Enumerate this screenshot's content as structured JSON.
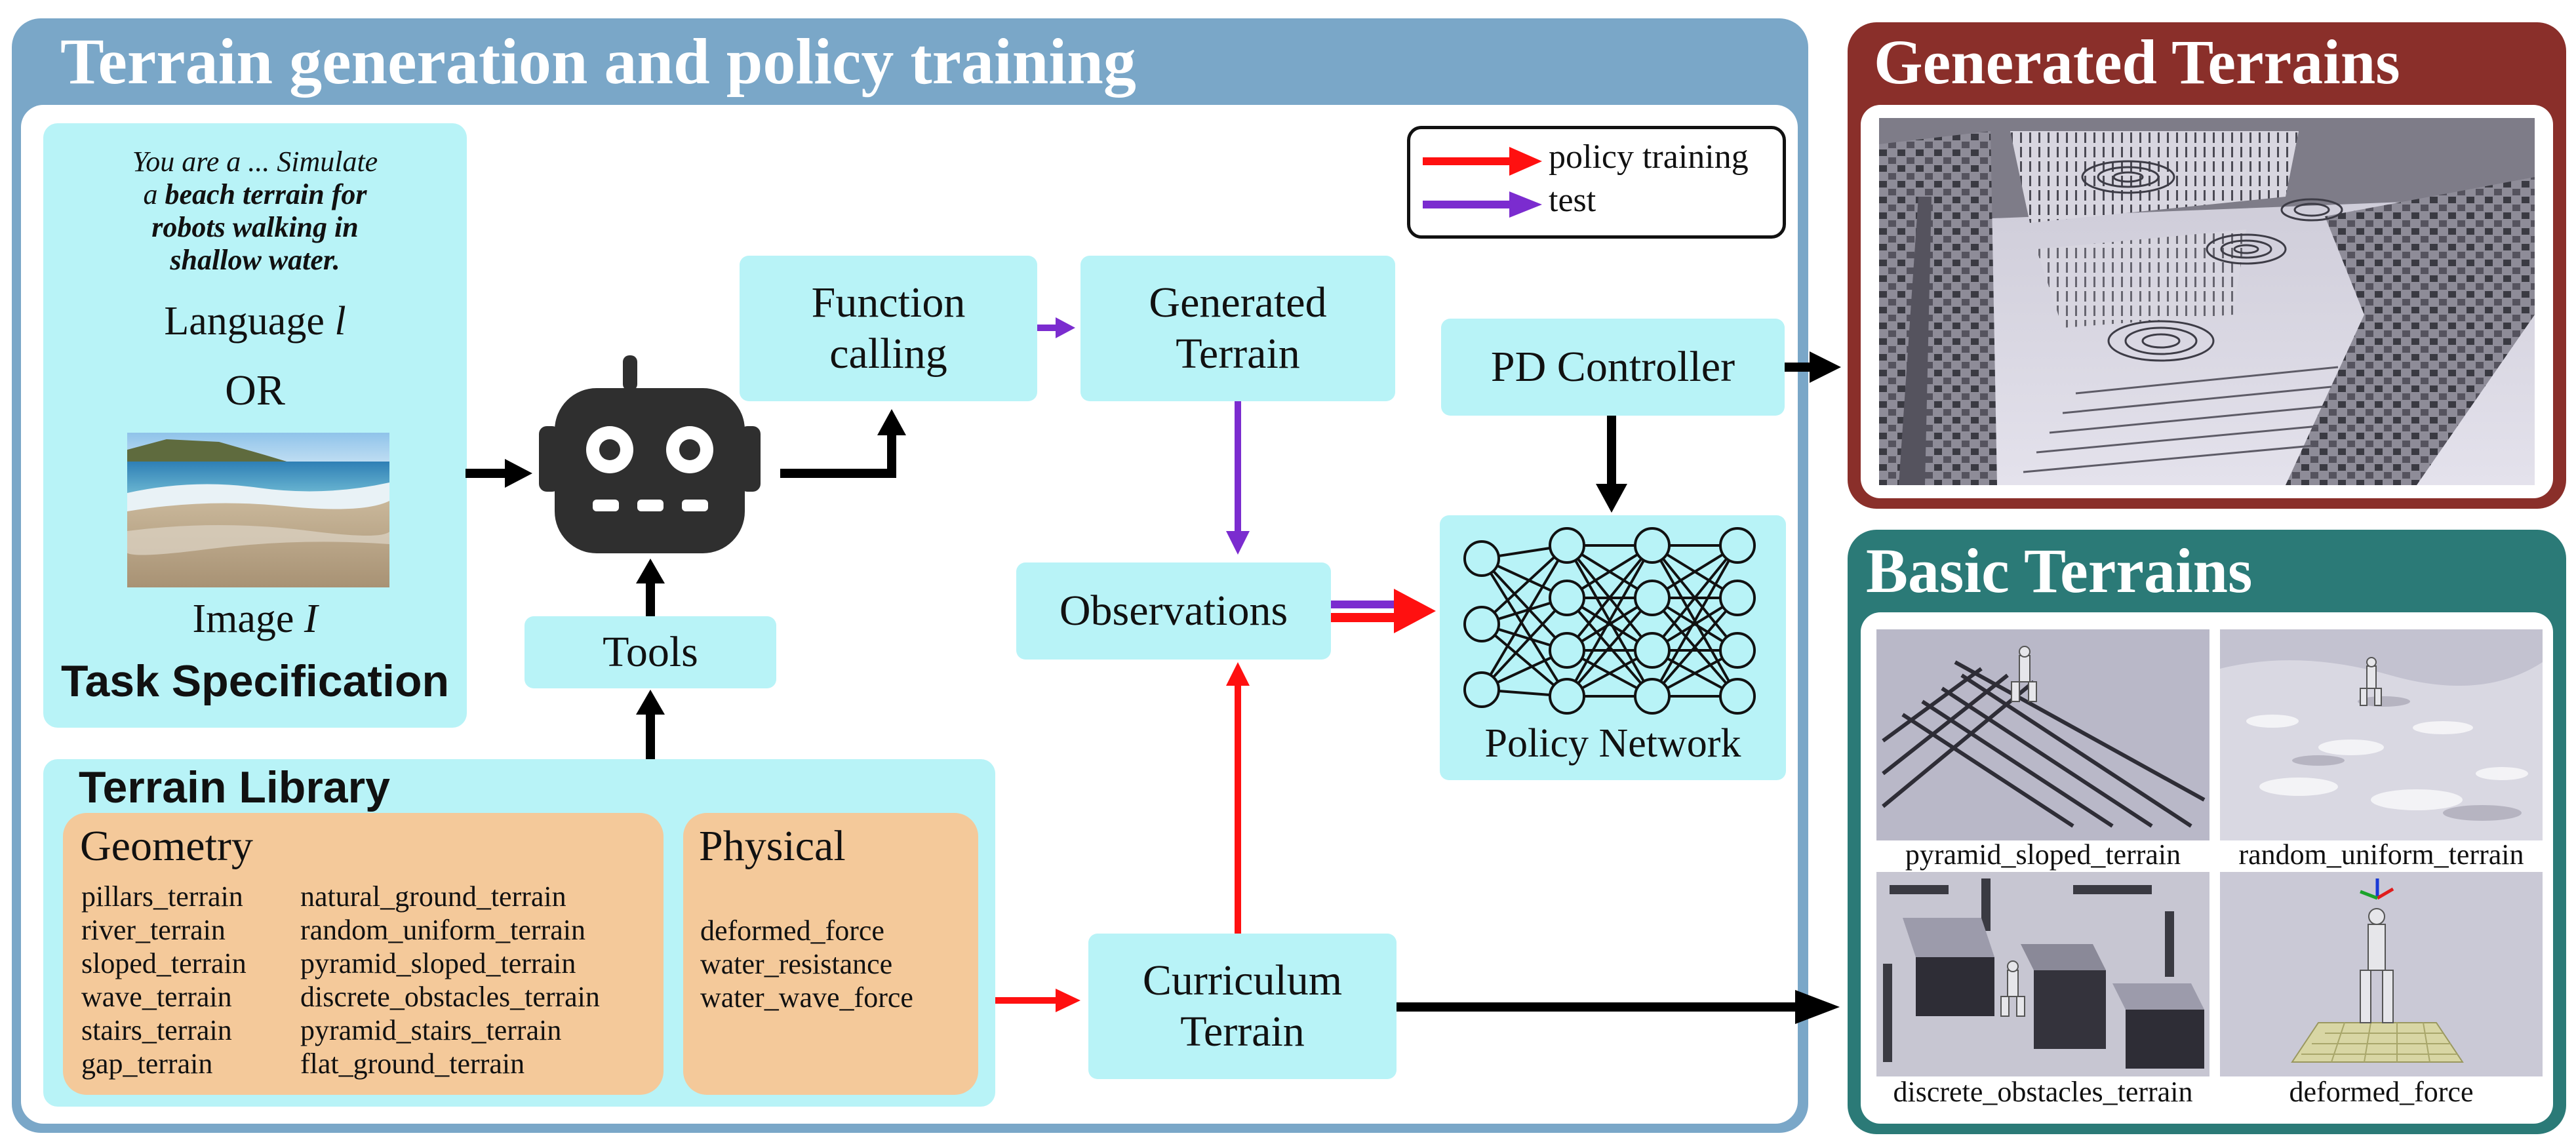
{
  "training_panel": {
    "title": "Terrain generation and policy training",
    "task_spec": {
      "prompt_line1": "You are a ... Simulate",
      "prompt_line2_prefix": "a ",
      "prompt_line2_bold": "beach terrain for",
      "prompt_line3": "robots walking in",
      "prompt_line4": "shallow water.",
      "language_label": "Language ",
      "language_symbol": "l",
      "or_label": "OR",
      "image_label": "Image ",
      "image_symbol": "I",
      "title": "Task Specification"
    },
    "tools_label": "Tools",
    "function_calling_line1": "Function",
    "function_calling_line2": "calling",
    "generated_terrain_line1": "Generated",
    "generated_terrain_line2": "Terrain",
    "observations_label": "Observations",
    "pd_controller_label": "PD Controller",
    "policy_network_label": "Policy Network",
    "curriculum_line1": "Curriculum",
    "curriculum_line2": "Terrain",
    "legend": {
      "policy_training": "policy training",
      "test": "test"
    },
    "terrain_library": {
      "title": "Terrain Library",
      "geometry": {
        "title": "Geometry",
        "col1": [
          "pillars_terrain",
          "river_terrain",
          "sloped_terrain",
          "wave_terrain",
          "stairs_terrain",
          "gap_terrain"
        ],
        "col2": [
          "natural_ground_terrain",
          "random_uniform_terrain",
          "pyramid_sloped_terrain",
          "discrete_obstacles_terrain",
          "pyramid_stairs_terrain",
          "flat_ground_terrain"
        ]
      },
      "physical": {
        "title": "Physical",
        "items": [
          "deformed_force",
          "water_resistance",
          "water_wave_force"
        ]
      }
    }
  },
  "generated_panel": {
    "title": "Generated Terrains"
  },
  "basic_panel": {
    "title": "Basic Terrains",
    "captions": [
      "pyramid_sloped_terrain",
      "random_uniform_terrain",
      "discrete_obstacles_terrain",
      "deformed_force"
    ]
  },
  "colors": {
    "training_border": "#7aa7c8",
    "generated_border": "#8a2f2a",
    "basic_border": "#2b7a77",
    "cyan_box": "#b8f3f7",
    "orange_box": "#f4c99a",
    "red_arrow": "#ff1010",
    "purple_arrow": "#7b2ccf"
  }
}
